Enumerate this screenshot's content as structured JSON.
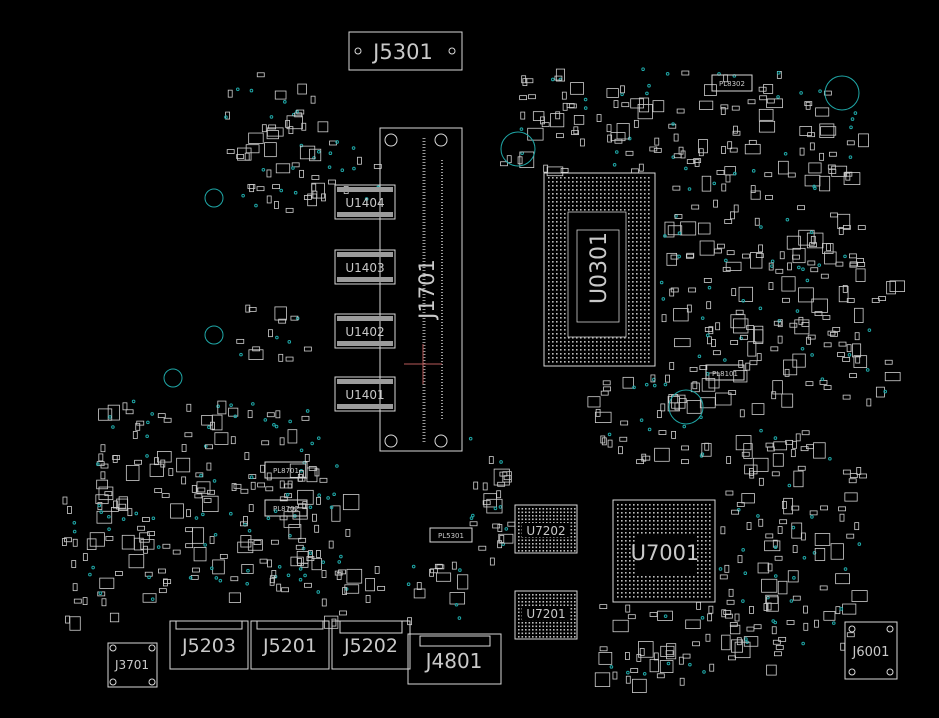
{
  "connectors": {
    "j5301": "J5301",
    "j1701": "J1701",
    "j5203": "J5203",
    "j5201": "J5201",
    "j5202": "J5202",
    "j4801": "J4801",
    "j3701": "J3701",
    "j6001": "J6001"
  },
  "chips": {
    "u0301": "U0301",
    "u7001": "U7001",
    "u7202": "U7202",
    "u7201": "U7201",
    "u1404": "U1404",
    "u1403": "U1403",
    "u1402": "U1402",
    "u1401": "U1401"
  },
  "small_labels": {
    "pl8701": "PL8701",
    "pl8702": "PL8702",
    "pl5301": "PL5301",
    "pl8302": "PL8302",
    "pl8101": "PL8101"
  },
  "colors": {
    "background": "#000000",
    "outline": "#d8d8d8",
    "via": "#1fa7a7"
  }
}
